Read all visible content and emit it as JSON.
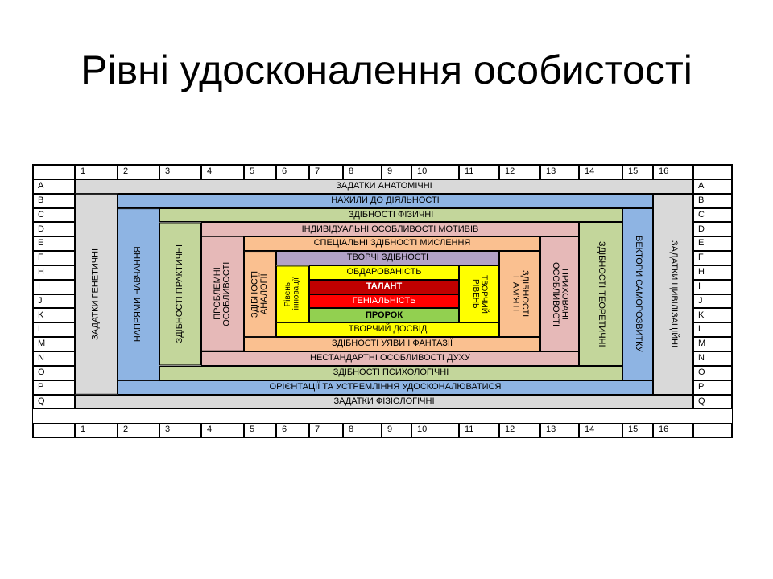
{
  "title": "Рівні удосконалення особистості",
  "columns": [
    "1",
    "2",
    "3",
    "4",
    "5",
    "6",
    "7",
    "8",
    "9",
    "10",
    "11",
    "12",
    "13",
    "14",
    "15",
    "16"
  ],
  "rows": [
    "A",
    "B",
    "C",
    "D",
    "E",
    "F",
    "H",
    "I",
    "J",
    "K",
    "L",
    "M",
    "N",
    "O",
    "P",
    "Q"
  ],
  "colors": {
    "grey": "#d9d9d9",
    "blue": "#8eb4e3",
    "green": "#c3d69b",
    "pink": "#e6b9b8",
    "orange": "#fac090",
    "lavender": "#b3a2c7",
    "yellow": "#ffff00",
    "darkred": "#c00000",
    "red": "#ff0000",
    "limegreen": "#92d050"
  },
  "bands": [
    {
      "key": "zadatky_anatomichni",
      "label": "ЗАДАТКИ АНАТОМІЧНІ",
      "color": "grey"
    },
    {
      "key": "nakhyly",
      "label": "НАХИЛИ ДО ДІЯЛЬНОСТІ",
      "color": "blue"
    },
    {
      "key": "zdibnosti_fizychni",
      "label": "ЗДІБНОСТІ ФІЗИЧНІ",
      "color": "green"
    },
    {
      "key": "indyvidualni",
      "label": "ІНДИВІДУАЛЬНІ ОСОБЛИВОСТІ МОТИВІВ",
      "color": "pink"
    },
    {
      "key": "spetsialni",
      "label": "СПЕЦІАЛЬНІ ЗДІБНОСТІ МИСЛЕННЯ",
      "color": "orange"
    },
    {
      "key": "tvorchi_zdibnosti",
      "label": "ТВОРЧІ ЗДІБНОСТІ",
      "color": "lavender"
    },
    {
      "key": "obdarovanist",
      "label": "ОБДАРОВАНІСТЬ",
      "color": "yellow"
    },
    {
      "key": "talant",
      "label": "ТАЛАНТ",
      "color": "darkred"
    },
    {
      "key": "genialnist",
      "label": "ГЕНІАЛЬНІСТЬ",
      "color": "red"
    },
    {
      "key": "prorok",
      "label": "ПРОРОК",
      "color": "limegreen"
    },
    {
      "key": "tvorchyi_dosvid",
      "label": "ТВОРЧИЙ ДОСВІД",
      "color": "yellow"
    },
    {
      "key": "uyavy",
      "label": "ЗДІБНОСТІ УЯВИ І ФАНТАЗІЇ",
      "color": "orange"
    },
    {
      "key": "nestandartni",
      "label": "НЕСТАНДАРТНІ  ОСОБЛИВОСТІ ДУХУ",
      "color": "pink"
    },
    {
      "key": "psykholohichni",
      "label": "ЗДІБНОСТІ ПСИХОЛОГІЧНІ",
      "color": "green"
    },
    {
      "key": "oriientatsii",
      "label": "ОРІЄНТАЦІЇ  ТА УСТРЕМЛІННЯ УДОСКОНАЛЮВАТИСЯ",
      "color": "blue"
    },
    {
      "key": "fiziolohichni",
      "label": "ЗАДАТКИ ФІЗІОЛОГІЧНІ",
      "color": "grey"
    },
    {
      "key": "henetychni",
      "label": "ЗАДАТКИ ГЕНЕТИЧНІ",
      "color": "grey"
    },
    {
      "key": "napriamy",
      "label": "НАПРЯМИ НАВЧАННЯ",
      "color": "blue"
    },
    {
      "key": "praktychni",
      "label": "ЗДІБНОСТІ ПРАКТИЧНІ",
      "color": "green"
    },
    {
      "key": "problemni",
      "label": "ПРОБЛЕМНІ\nОСОБЛИВОСТІ",
      "color": "pink"
    },
    {
      "key": "analohii",
      "label": "ЗДІБНОСТІ\nАНАЛОГІЇ",
      "color": "orange"
    },
    {
      "key": "innovatsii",
      "label": "Рівень\nінновації",
      "color": "yellow"
    },
    {
      "key": "tvorchyi_riven",
      "label": "ТВОРЧИЙ\nРІВЕНЬ",
      "color": "yellow"
    },
    {
      "key": "pamiati",
      "label": "ЗДІБНОСТІ\nПАМ'ЯТІ",
      "color": "orange"
    },
    {
      "key": "pryhovani",
      "label": "ПРИХОВАНІ\nОСОБЛИВОСТІ",
      "color": "pink"
    },
    {
      "key": "teoretychni",
      "label": "ЗДІБНОСТІ ТЕОРЕТИЧНІ",
      "color": "green"
    },
    {
      "key": "samorozvytok",
      "label": "ВЕКТОРИ САМОРОЗВИТКУ",
      "color": "blue"
    },
    {
      "key": "tsyvilizatsiini",
      "label": "ЗАДАТКИ ЦИВІЛІЗАЦІЙНІ",
      "color": "grey"
    }
  ]
}
